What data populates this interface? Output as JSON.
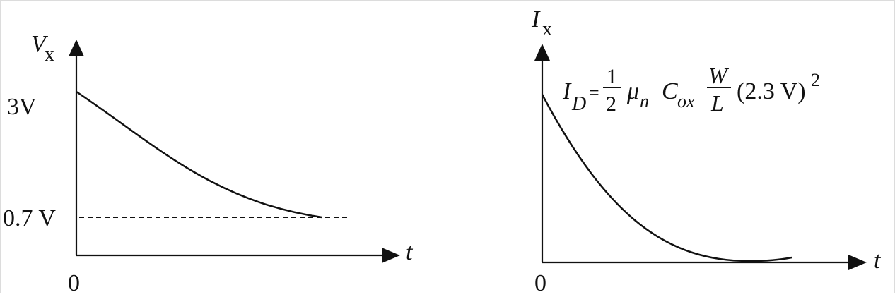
{
  "left_plot": {
    "y_axis": {
      "symbol": "V",
      "subscript": "x"
    },
    "x_axis": {
      "symbol": "t",
      "origin": "0"
    },
    "y_ticks": {
      "start": "3V",
      "threshold": "0.7 V"
    },
    "curve": "decaying",
    "threshold_line": "dashed"
  },
  "right_plot": {
    "y_axis": {
      "symbol": "I",
      "subscript": "x"
    },
    "x_axis": {
      "symbol": "t",
      "origin": "0"
    },
    "equation": {
      "lhs": "I",
      "lhs_sub": "D",
      "equals": "=",
      "half_num": "1",
      "half_den": "2",
      "mu": "μ",
      "mu_sub": "n",
      "c": "C",
      "c_sub": "ox",
      "w": "W",
      "l": "L",
      "paren": "(2.3 V)",
      "power": "2"
    },
    "curve": "decaying"
  },
  "colors": {
    "ink": "#111111",
    "border": "#d8d8d8",
    "background": "#ffffff"
  }
}
